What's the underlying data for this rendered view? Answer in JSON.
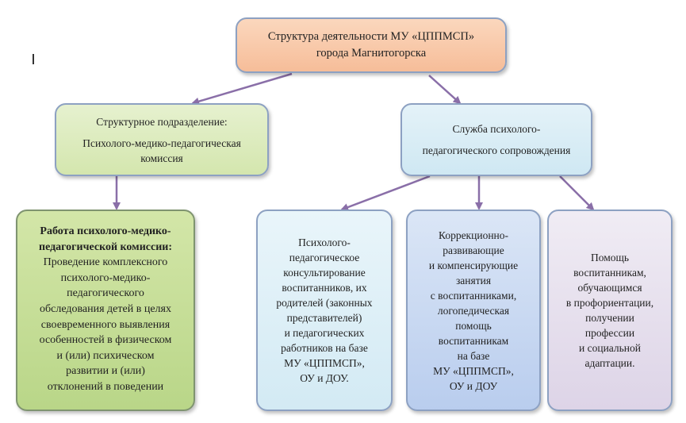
{
  "root": {
    "title_line1": "Структура деятельности МУ «ЦППМСП»",
    "title_line2": "города Магнитогорска"
  },
  "left_branch": {
    "line1": "Структурное подразделение:",
    "line2": "Психолого-медико-педагогическая",
    "line3": "комиссия"
  },
  "right_branch": {
    "line1": "Служба психолого-",
    "line2": "педагогического сопровождения"
  },
  "pmpk_work": {
    "heading_line1": "Работа психолого-медико-",
    "heading_line2": "педагогической комиссии:",
    "body_line1": "Проведение комплексного",
    "body_line2": "психолого-медико-",
    "body_line3": "педагогического",
    "body_line4": "обследования детей в целях",
    "body_line5": "своевременного выявления",
    "body_line6": "особенностей в физическом",
    "body_line7": "и (или) психическом",
    "body_line8": "развитии и (или)",
    "body_line9": "отклонений в поведении"
  },
  "consulting": {
    "lines": [
      "Психолого-",
      "педагогическое",
      "консультирование",
      "воспитанников, их",
      "родителей (законных",
      "представителей)",
      "и педагогических",
      "работников на базе",
      "МУ «ЦППМСП»,",
      "ОУ и ДОУ."
    ]
  },
  "correction": {
    "lines": [
      "Коррекционно-",
      "развивающие",
      "и компенсирующие",
      "занятия",
      "с воспитанниками,",
      "логопедическая",
      "помощь",
      "воспитанникам",
      "на базе",
      "МУ «ЦППМСП»,",
      "ОУ и ДОУ"
    ]
  },
  "career_help": {
    "lines": [
      "Помощь",
      "воспитанникам,",
      "обучающимся",
      "в профориентации,",
      "получении",
      "профессии",
      "и социальной",
      "адаптации."
    ]
  },
  "colors": {
    "arrow": "#8a6fa8",
    "root_fill": "#f6bd99",
    "left_fill": "#d4e6ae",
    "right_fill": "#cfe8f3",
    "pmpk_fill": "#b9d688",
    "consult_fill": "#d3eaf4",
    "correct_fill": "#b9cdee",
    "help_fill": "#ddd4e7",
    "border": "#8da1c2"
  }
}
